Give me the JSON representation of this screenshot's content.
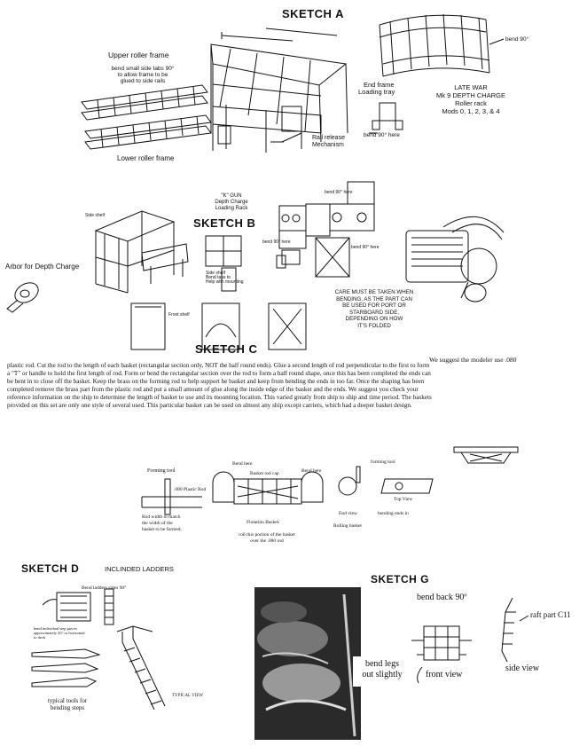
{
  "sketch_a": {
    "title": "SKETCH  A",
    "upper_roller_frame": "Upper roller frame",
    "tab_note_1": "bend small side tabs 90°",
    "tab_note_2": "to allow frame to be",
    "tab_note_3": "glued to side rails",
    "lower_roller_frame": "Lower roller frame",
    "rail_release_1": "Rail release",
    "rail_release_2": "Mechanism",
    "end_frame_1": "End frame",
    "end_frame_2": "Loading tray",
    "bend_here": "bend 90°  here",
    "bend_90": "bend 90°",
    "late_war": "LATE WAR",
    "mk9": "Mk 9 DEPTH CHARGE",
    "roller_rack": "Roller rack",
    "mods": "Mods 0, 1, 2, 3, & 4"
  },
  "sketch_b": {
    "title": "SKETCH  B",
    "kgun_1": "\"K\" GUN",
    "kgun_2": "Depth Charge",
    "kgun_3": "Loading Rack",
    "side_shelf": "Side shelf",
    "arbor": "Arbor for Depth Charge",
    "side_shelf_2": "Side shelf",
    "bend_tabs_1": "Bend tabs to",
    "bend_tabs_2": "Help with mounting",
    "front_shelf": "Front shelf",
    "bend_here_1": "bend 90° here",
    "bend_here_2": "bend 90° here",
    "bend_here_3": "bend 90° here",
    "care_1": "CARE MUST BE TAKEN WHEN",
    "care_2": "BENDING, AS THE PART CAN",
    "care_3": "BE USED FOR PORT OR",
    "care_4": "STARBOARD SIDE,",
    "care_5": "DEPENDING ON HOW",
    "care_6": "IT'S FOLDED"
  },
  "sketch_c": {
    "title": "SKETCH  C",
    "suggest": "We suggest the modeler use .080",
    "para_1": "plastic rod.  Cut the rod to the length of each basket (rectangular section only, NOT the half round ends).  Glue a second length of rod perpendicular to the first to form",
    "para_2": "a \"T\" or handle to hold the first length of rod.  Form or bend the rectangular section over the rod to form a half round shape, once this has been completed the ends can",
    "para_3": "be bent in to close off the basket.  Keep the brass on the forming rod to help support he basket and keep from bending the ends in too far.  Once the shaping has been",
    "para_4": "completed remove the brass part from the plastic rod and put a small amount of glue along the inside edge of the basket and the ends.   We suggest you check your",
    "para_5": "reference information on the ship to determine the length of basket to use and its mounting location.  This varied greatly from ship to ship and time period.  The baskets",
    "para_6": "provided on this set are only one style of several used.  This particular basket can be used on almost any ship except carriers, which had a deeper basket design.",
    "forming_tool": "Forming tool",
    "plastic_rod": ".080 Plastic Rod",
    "rod_width_1": "Rod width to match",
    "rod_width_2": "the width of the",
    "rod_width_3": "basket to be formed.",
    "bend_here_a": "Bend here",
    "basket_rod_cap": "Basket rod cap",
    "bend_here_b": "Bend here",
    "flotation": "Flotation Basket.",
    "roll_1": "roll this portion of the basket",
    "roll_2": "over the .080 rod",
    "forming_tool_2": "forming tool",
    "top_view": "Top View",
    "bending_ends": "bending ends in",
    "end_view": "End view",
    "rolling": "Rolling basket"
  },
  "sketch_d": {
    "title": "SKETCH  D",
    "subtitle": "INCLINDED LADDERS",
    "bend_sides": "Bend ladders sides 90°",
    "step_note_1": "bend individual step pieces",
    "step_note_2": "approximately 45° or horizontal",
    "step_note_3": "to deck",
    "tools_1": "typical tools for",
    "tools_2": "bending steps",
    "typical_view": "TYPICAL VIEW"
  },
  "sketch_g": {
    "title": "SKETCH  G",
    "bend_back": "bend back 90º",
    "raft_part": "raft part C11",
    "bend_legs_1": "bend legs",
    "bend_legs_2": "out slightly",
    "front_view": "front view",
    "side_view": "side view"
  }
}
